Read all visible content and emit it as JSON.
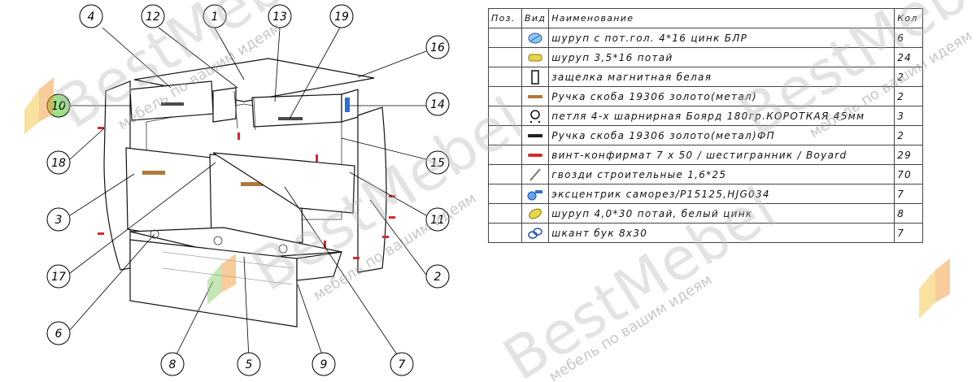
{
  "table": {
    "headers": {
      "pos": "Поз.",
      "view": "Вид",
      "name": "Наименование",
      "qty": "Кол"
    },
    "rows": [
      {
        "icon": "screw-round-head-icon",
        "name": "шуруп с пот.гол. 4*16 цинк БЛР",
        "qty": "6"
      },
      {
        "icon": "screw-countersunk-icon",
        "name": "шуруп 3,5*16 потай",
        "qty": "24"
      },
      {
        "icon": "magnetic-latch-icon",
        "name": "защелка магнитная белая",
        "qty": "2"
      },
      {
        "icon": "gold-handle-icon",
        "name": "Ручка скоба 19306 золото(метал)",
        "qty": "2"
      },
      {
        "icon": "hinge-icon",
        "name": "петля 4-х шарнирная Боярд 180гр.КОРОТКАЯ 45мм",
        "qty": "3"
      },
      {
        "icon": "handle-fp-icon",
        "name": "Ручка скоба 19306 золото(метал)ФП",
        "qty": "2"
      },
      {
        "icon": "confirmat-screw-icon",
        "name": "винт-конфирмат 7 х 50 / шестигранник / Boyard",
        "qty": "29"
      },
      {
        "icon": "nail-icon",
        "name": "гвозди строительные 1,6*25",
        "qty": "70"
      },
      {
        "icon": "eccentric-icon",
        "name": "эксцентрик саморез/P15125,HJG034",
        "qty": "7"
      },
      {
        "icon": "screw-white-zinc-icon",
        "name": "шуруп 4,0*30 потай, белый цинк",
        "qty": "8"
      },
      {
        "icon": "wooden-dowel-icon",
        "name": "шкант бук 8х30",
        "qty": "7"
      }
    ]
  },
  "callouts": [
    "4",
    "12",
    "1",
    "13",
    "19",
    "16",
    "10",
    "14",
    "18",
    "15",
    "3",
    "11",
    "17",
    "2",
    "6",
    "8",
    "5",
    "9",
    "7"
  ],
  "watermark": {
    "brand": "BestMebel",
    "tagline": "мебель по вашим идеям"
  },
  "colors": {
    "confirmat": "#d42a2a",
    "handle_gold": "#b07a3a",
    "eccentric": "#2a6fd4",
    "dowel": "#1f4fb8",
    "screw_yellow": "#c9b82b"
  }
}
